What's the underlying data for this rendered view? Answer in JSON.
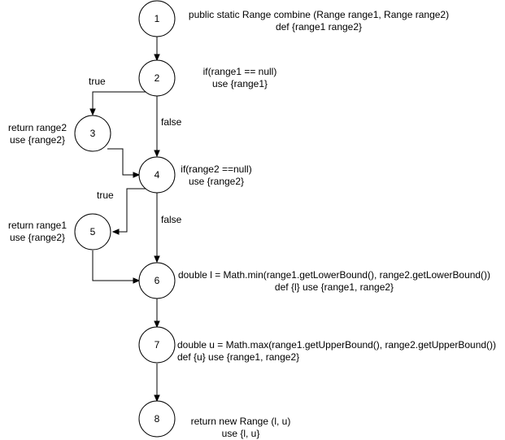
{
  "nodes": [
    {
      "id": "1",
      "label": "1"
    },
    {
      "id": "2",
      "label": "2"
    },
    {
      "id": "3",
      "label": "3"
    },
    {
      "id": "4",
      "label": "4"
    },
    {
      "id": "5",
      "label": "5"
    },
    {
      "id": "6",
      "label": "6"
    },
    {
      "id": "7",
      "label": "7"
    },
    {
      "id": "8",
      "label": "8"
    }
  ],
  "edges": [
    {
      "from": "1",
      "to": "2",
      "label": ""
    },
    {
      "from": "2",
      "to": "3",
      "label": "true"
    },
    {
      "from": "2",
      "to": "4",
      "label": "false"
    },
    {
      "from": "3",
      "to": "4",
      "label": ""
    },
    {
      "from": "4",
      "to": "5",
      "label": "true"
    },
    {
      "from": "4",
      "to": "6",
      "label": "false"
    },
    {
      "from": "5",
      "to": "6",
      "label": ""
    },
    {
      "from": "6",
      "to": "7",
      "label": ""
    },
    {
      "from": "7",
      "to": "8",
      "label": ""
    }
  ],
  "annotations": {
    "n1": [
      "public static Range combine (Range range1, Range range2)",
      "def {range1 range2}"
    ],
    "n2": [
      "if(range1 == null)",
      "use {range1}"
    ],
    "n3": [
      "return range2",
      "use {range2}"
    ],
    "n4": [
      "if(range2 ==null)",
      "use {range2}"
    ],
    "n5": [
      "return range1",
      "use {range2}"
    ],
    "n6": [
      "double l = Math.min(range1.getLowerBound(), range2.getLowerBound())",
      "def {l} use {range1, range2}"
    ],
    "n7": [
      "double u = Math.max(range1.getUpperBound(), range2.getUpperBound())",
      "def {u} use {range1, range2}"
    ],
    "n8": [
      "return new Range (l, u)",
      "use {l, u}"
    ]
  },
  "colors": {
    "stroke": "#000000",
    "fill": "#ffffff"
  }
}
